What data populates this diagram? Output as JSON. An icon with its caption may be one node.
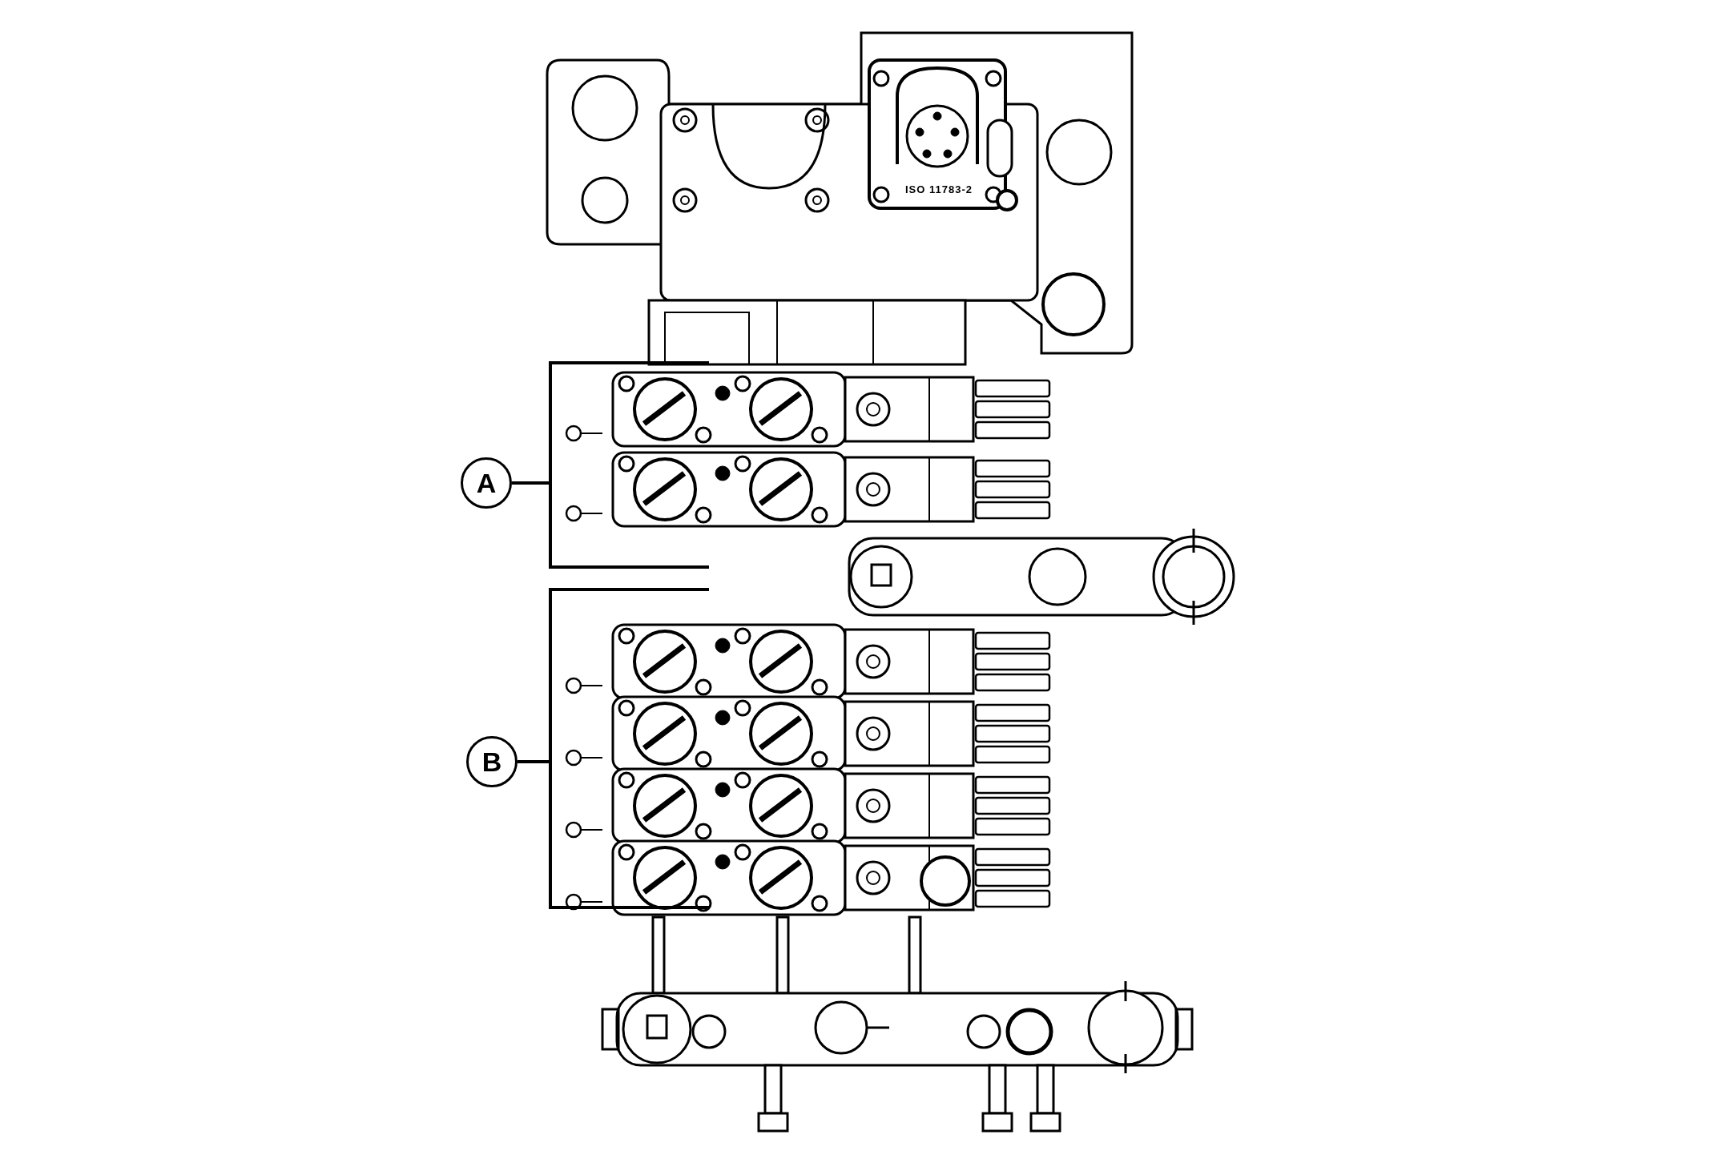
{
  "diagram": {
    "nodes": [
      {
        "text": [
          "A"
        ]
      },
      {
        "text": [],
        "shape": "box"
      },
      {
        "text": [
          "B"
        ]
      },
      {
        "text": [],
        "shape": "box"
      }
    ],
    "edges": [
      {
        "from": 0,
        "to": 1,
        "arrow": "none"
      },
      {
        "from": 2,
        "to": 3,
        "arrow": "none"
      }
    ],
    "labels": [
      "ISO 11783-2"
    ]
  }
}
